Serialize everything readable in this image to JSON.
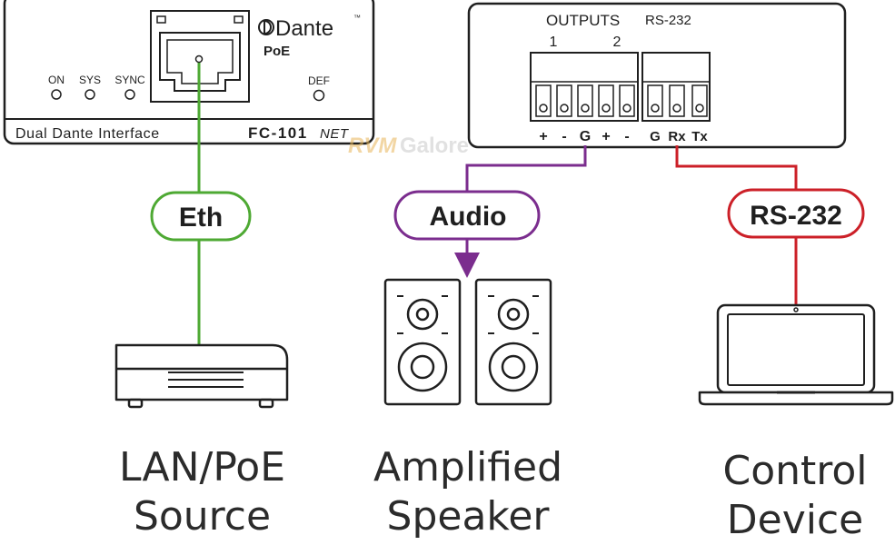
{
  "colors": {
    "eth": "#4ea933",
    "audio": "#7b2d8e",
    "rs232": "#cc2028",
    "device": "#1f1f1f",
    "watermark": "#e8b65a"
  },
  "fc101": {
    "brand": "Dante",
    "brand_tm": "™",
    "poe_label": "PoE",
    "leds": [
      "ON",
      "SYS",
      "SYNC"
    ],
    "def_label": "DEF",
    "product_desc": "Dual Dante Interface",
    "model_main": "FC-101",
    "model_suffix": "NET",
    "port_icon": "rj45-port-icon"
  },
  "rear_panel": {
    "outputs_label": "OUTPUTS",
    "rs232_label": "RS-232",
    "channel_numbers": [
      "1",
      "2"
    ],
    "audio_pins": [
      "+",
      "-",
      "G",
      "+",
      "-"
    ],
    "serial_pins": [
      "G",
      "Rx",
      "Tx"
    ]
  },
  "watermark": {
    "part1": "RVM",
    "part2": "Galore"
  },
  "connections": [
    {
      "label": "Eth",
      "color": "#4ea933"
    },
    {
      "label": "Audio",
      "color": "#7b2d8e"
    },
    {
      "label": "RS-232",
      "color": "#cc2028"
    }
  ],
  "devices": [
    {
      "icon": "router-icon",
      "caption": "LAN/PoE\nSource"
    },
    {
      "icon": "speaker-icon",
      "caption": "Amplified\nSpeaker"
    },
    {
      "icon": "laptop-icon",
      "caption": "Control\nDevice"
    }
  ]
}
